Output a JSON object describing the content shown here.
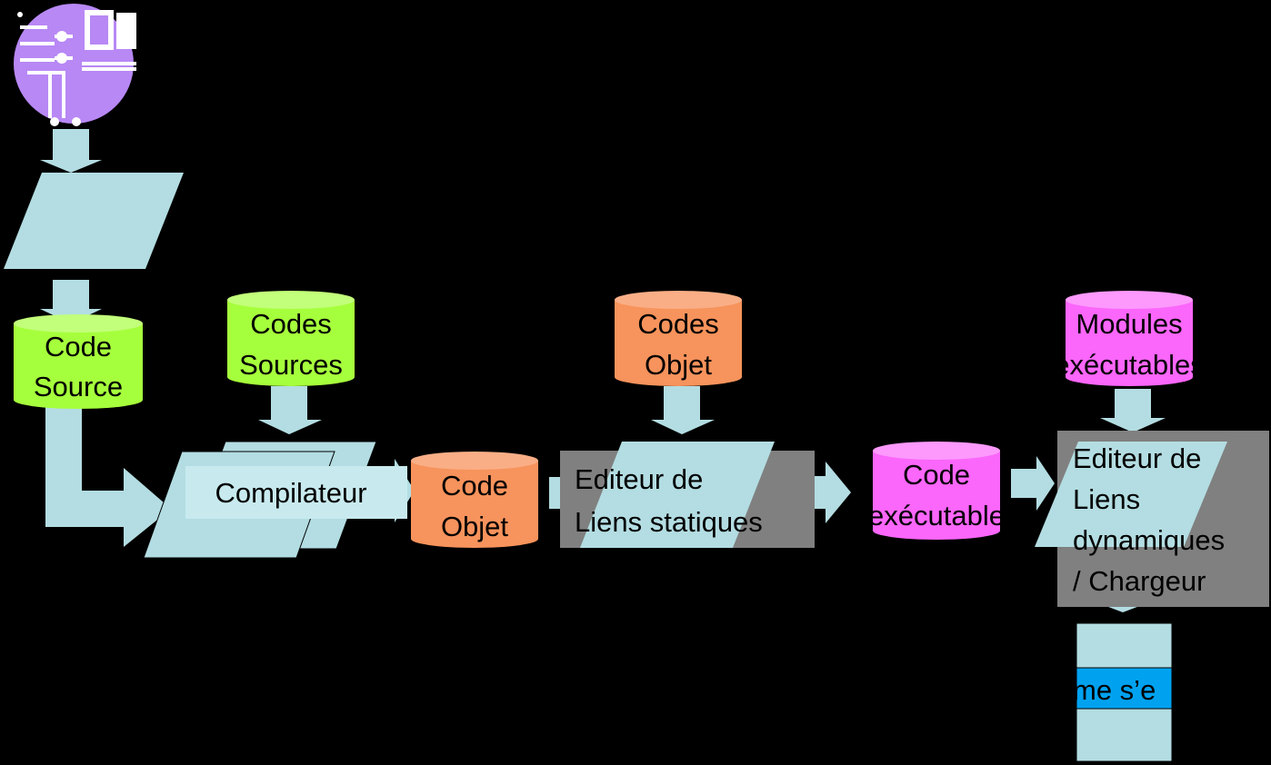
{
  "colors": {
    "background": "#000000",
    "flow": "#b3dde2",
    "source_db": "#a6ff3c",
    "object_db": "#f7935c",
    "exec_db": "#fb66fb",
    "gray_box": "#808080",
    "memory_band": "#00a2f0",
    "icon_purple": "#b888f5"
  },
  "icons": {
    "programmer": "circuit-board-icon"
  },
  "nodes": {
    "code_source": {
      "line1": "Code",
      "line2": "Source"
    },
    "codes_sources": {
      "line1": "Codes",
      "line2": "Sources"
    },
    "compilateur": {
      "label": "Compilateur"
    },
    "code_objet": {
      "line1": "Code",
      "line2": "Objet"
    },
    "codes_objet": {
      "line1": "Codes",
      "line2": "Objet"
    },
    "editeur_statique": {
      "line1": "Editeur de",
      "line2": "Liens statiques"
    },
    "code_executable": {
      "line1": "Code",
      "line2": "exécutable"
    },
    "modules_executables": {
      "line1": "Modules",
      "line2": "exécutables"
    },
    "editeur_dynamique": {
      "line1": "Editeur de",
      "line2": "Liens",
      "line3": "dynamiques",
      "line4": "/ Chargeur"
    },
    "memoire": {
      "label": "me s’e"
    }
  }
}
